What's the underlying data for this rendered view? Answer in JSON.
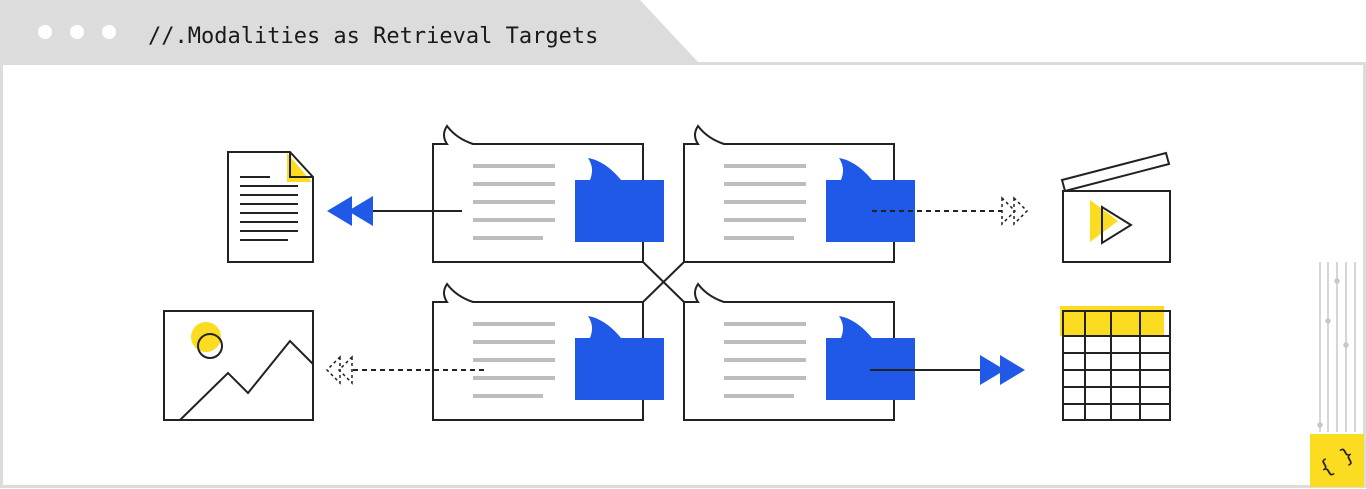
{
  "window": {
    "title": "//.Modalities as Retrieval Targets",
    "controls": [
      "dot",
      "dot",
      "dot"
    ]
  },
  "colors": {
    "accent_blue": "#2058e8",
    "accent_yellow": "#fbdc20",
    "frame_gray": "#dcdcdc",
    "line_dark": "#222222",
    "text_line_gray": "#bdbdbd"
  },
  "diagram": {
    "center_documents": [
      "document-card",
      "document-card",
      "document-card",
      "document-card"
    ],
    "targets": [
      {
        "name": "text-document",
        "icon": "document-icon",
        "arrow": "solid"
      },
      {
        "name": "video",
        "icon": "video-clapper-icon",
        "arrow": "dashed"
      },
      {
        "name": "image",
        "icon": "image-icon",
        "arrow": "dashed"
      },
      {
        "name": "table",
        "icon": "table-icon",
        "arrow": "solid"
      }
    ]
  },
  "corner_badge": {
    "icon": "code-brackets-icon"
  }
}
